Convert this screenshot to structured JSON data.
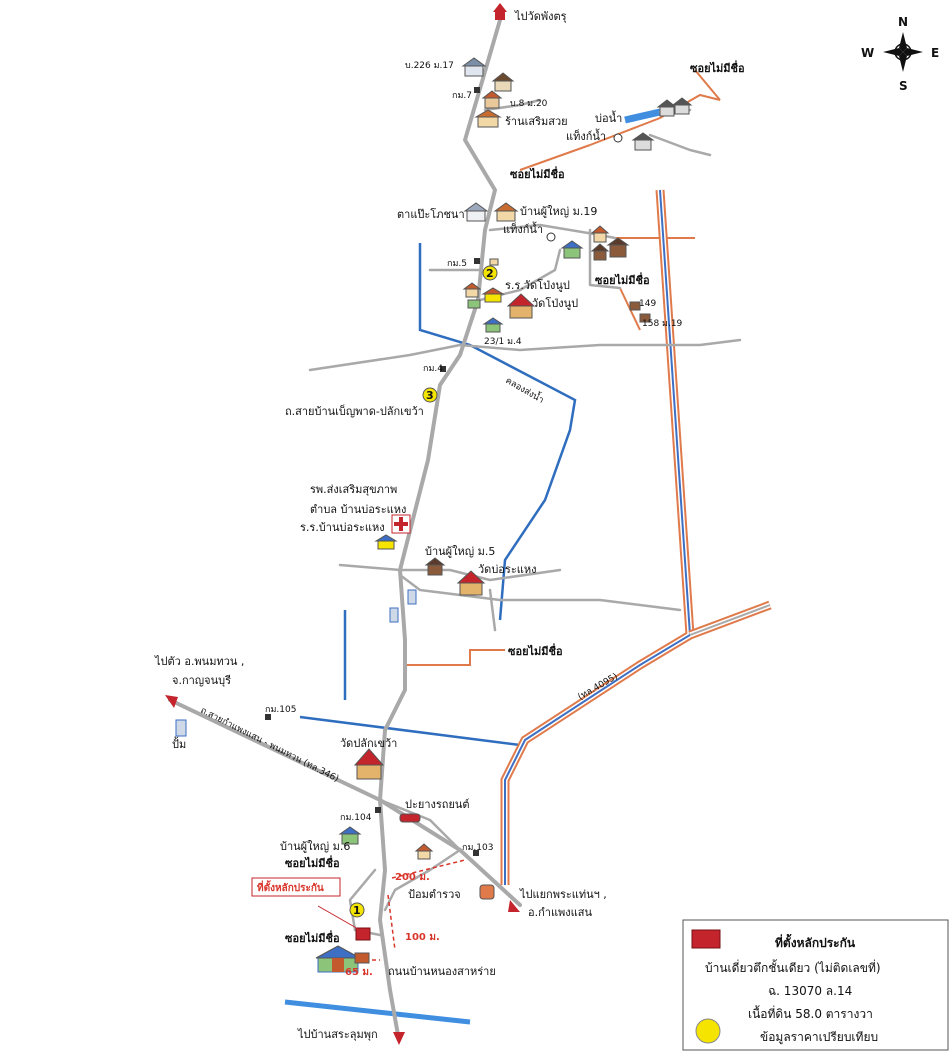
{
  "compass": {
    "n": "N",
    "s": "S",
    "e": "E",
    "w": "W"
  },
  "labels": {
    "to_wat_pangtru": "ไปวัดพังตรุ",
    "house_226": "บ.226 ม.17",
    "km7": "กม.7",
    "house_8": "บ.8 ม.20",
    "salon": "ร้านเสริมสวย",
    "pond": "บ่อน้ำ",
    "water_tank_1": "แท็งก์น้ำ",
    "soi_noname_1": "ซอยไม่มีชื่อ",
    "soi_noname_2": "ซอยไม่มีชื่อ",
    "grocery": "ตาแป๊ะโภชนา",
    "headman_19": "บ้านผู้ใหญ่ ม.19",
    "water_tank_2": "แท็งก์น้ำ",
    "km5": "กม.5",
    "school_wat_pong_noop": "ร.ร.วัดโป่งนูป",
    "wat_pong_noop": "วัดโป่งนูป",
    "soi_noname_3": "ซอยไม่มีชื่อ",
    "no149": "149",
    "no158": "158 ม.19",
    "no23": "23/1 ม.4",
    "km4": "กม.4",
    "canal": "คลองส่งน้ำ",
    "road_benchaphat": "ถ.สายบ้านเบ็ญพาด-ปลักเขว้า",
    "hospital_1": "รพ.ส่งเสริมสุขภาพ",
    "hospital_2": "ตำบล บ้านบ่อระแหง",
    "school_bor_rahaeng": "ร.ร.บ้านบ่อระแหง",
    "headman_5": "บ้านผู้ใหญ่ ม.5",
    "wat_bor_rahaeng": "วัดบ่อระแหง",
    "soi_noname_4": "ซอยไม่มีชื่อ",
    "route_4095": "(ทล.4095)",
    "to_phanom_thuan_1": "ไปตัว อ.พนมทวน ,",
    "to_phanom_thuan_2": "จ.กาญจนบุรี",
    "km105": "กม.105",
    "road_346": "ถ.สายกำแพงแสน - พนมทวน (ทล.346)",
    "pump": "ปั้ม",
    "wat_plak_khwao": "วัดปลักเขว้า",
    "km104": "กม.104",
    "garage": "ปะยางรถยนต์",
    "headman_6": "บ้านผู้ใหญ่ ม.6",
    "soi_noname_5": "ซอยไม่มีชื่อ",
    "km103": "กม.103",
    "collateral_site": "ที่ตั้งหลักประกัน",
    "dist_200": "200 ม.",
    "police_box": "ป้อมตำรวจ",
    "to_kamphaeng_1": "ไปแยกพระแท่นฯ ,",
    "to_kamphaeng_2": "อ.กำแพงแสน",
    "soi_noname_6": "ซอยไม่มีชื่อ",
    "dist_100": "100 ม.",
    "dist_65": "65 ม.",
    "road_nong_sarai": "ถนนบ้านหนองสาหร่าย",
    "to_sa_lum_phuk": "ไปบ้านสระลุมพุก",
    "marker_1": "1",
    "marker_2": "2",
    "marker_3": "3"
  },
  "legend": {
    "site_label": "ที่ตั้งหลักประกัน",
    "house_type": "บ้านเดี่ยวตึกชั้นเดียว (ไม่ติดเลขที่)",
    "deed": "ฉ. 13070 ล.14",
    "area": "เนื้อที่ดิน 58.0 ตารางวา",
    "comparison": "ข้อมูลราคาเปรียบเทียบ"
  },
  "colors": {
    "road": "#a9a9a9",
    "highway_orange": "#e07a4a",
    "highway_blue": "#3d6fc4",
    "canal": "#2f6dbf",
    "marker_yellow": "#f5e400",
    "site_red": "#c4242b"
  }
}
